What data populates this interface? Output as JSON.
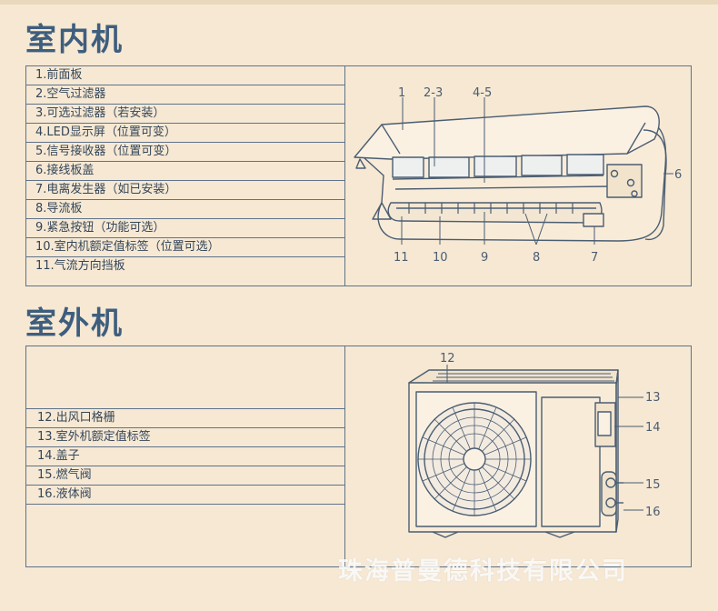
{
  "indoor": {
    "title": "室内机",
    "items": [
      "1.前面板",
      "2.空气过滤器",
      "3.可选过滤器（若安装）",
      "4.LED显示屏（位置可变）",
      "5.信号接收器（位置可变）",
      "6.接线板盖",
      "7.电离发生器（如已安装）",
      "8.导流板",
      "9.紧急按钮（功能可选）",
      "10.室内机额定值标签（位置可选）",
      "11.气流方向挡板"
    ],
    "callouts": {
      "c1": "1",
      "c23": "2-3",
      "c45": "4-5",
      "c6": "6",
      "c11": "11",
      "c10": "10",
      "c9": "9",
      "c8": "8",
      "c7": "7"
    }
  },
  "outdoor": {
    "title": "室外机",
    "items": [
      "12.出风口格栅",
      "13.室外机额定值标签",
      "14.盖子",
      "15.燃气阀",
      "16.液体阀"
    ],
    "callouts": {
      "c12": "12",
      "c13": "13",
      "c14": "14",
      "c15": "15",
      "c16": "16"
    }
  },
  "watermark": "珠海普曼德科技有限公司",
  "colors": {
    "background": "#f6e8d3",
    "title": "#3e5e7e",
    "line": "#5f738a"
  }
}
